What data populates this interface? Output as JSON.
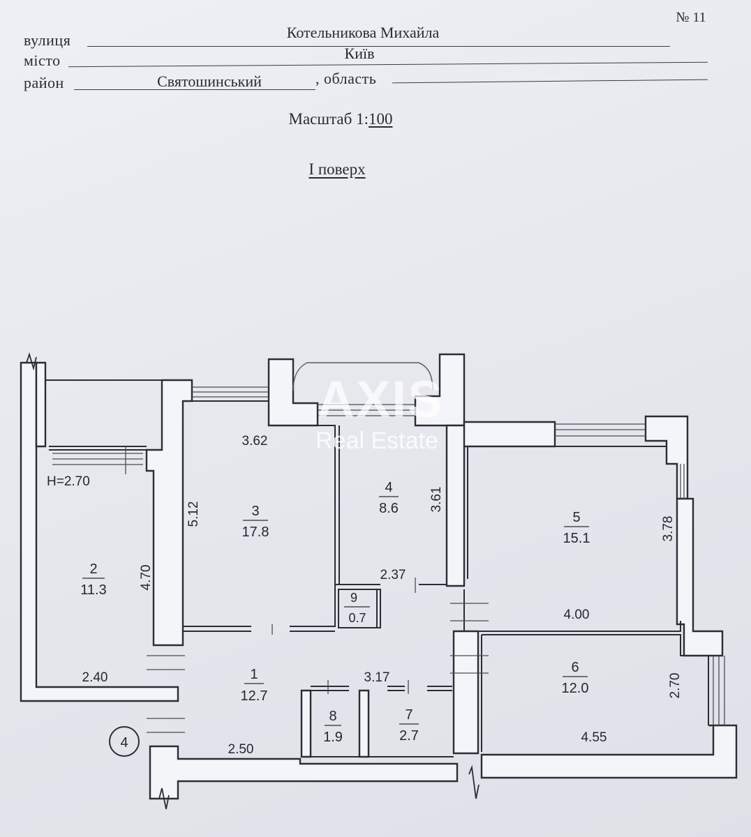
{
  "header": {
    "number": "№ 11",
    "street_label": "вулиця",
    "street_value": "Котельникова Михайла",
    "city_label": "місто",
    "city_value": "Київ",
    "district_label": "район",
    "district_value": "Святошинський",
    "region_label": ", область",
    "region_value": ""
  },
  "scale_label": "Масштаб 1:",
  "scale_value": "100",
  "floor_label": "І поверх",
  "height_label": "H=2.70",
  "axis_marker": "4",
  "rooms": [
    {
      "num": "1",
      "area": "12.7"
    },
    {
      "num": "2",
      "area": "11.3"
    },
    {
      "num": "3",
      "area": "17.8"
    },
    {
      "num": "4",
      "area": "8.6"
    },
    {
      "num": "5",
      "area": "15.1"
    },
    {
      "num": "6",
      "area": "12.0"
    },
    {
      "num": "7",
      "area": "2.7"
    },
    {
      "num": "8",
      "area": "1.9"
    },
    {
      "num": "9",
      "area": "0.7"
    }
  ],
  "dimensions": {
    "d_362": "3.62",
    "d_512": "5.12",
    "d_361": "3.61",
    "d_470": "4.70",
    "d_237": "2.37",
    "d_378": "3.78",
    "d_400": "4.00",
    "d_240": "2.40",
    "d_317": "3.17",
    "d_270": "2.70",
    "d_250": "2.50",
    "d_455": "4.55"
  },
  "watermark": {
    "title": "AXIS",
    "subtitle": "Real Estate"
  },
  "colors": {
    "paper": "#e9eaf0",
    "ink": "#2a2a32",
    "wall": "#f4f5f8"
  }
}
